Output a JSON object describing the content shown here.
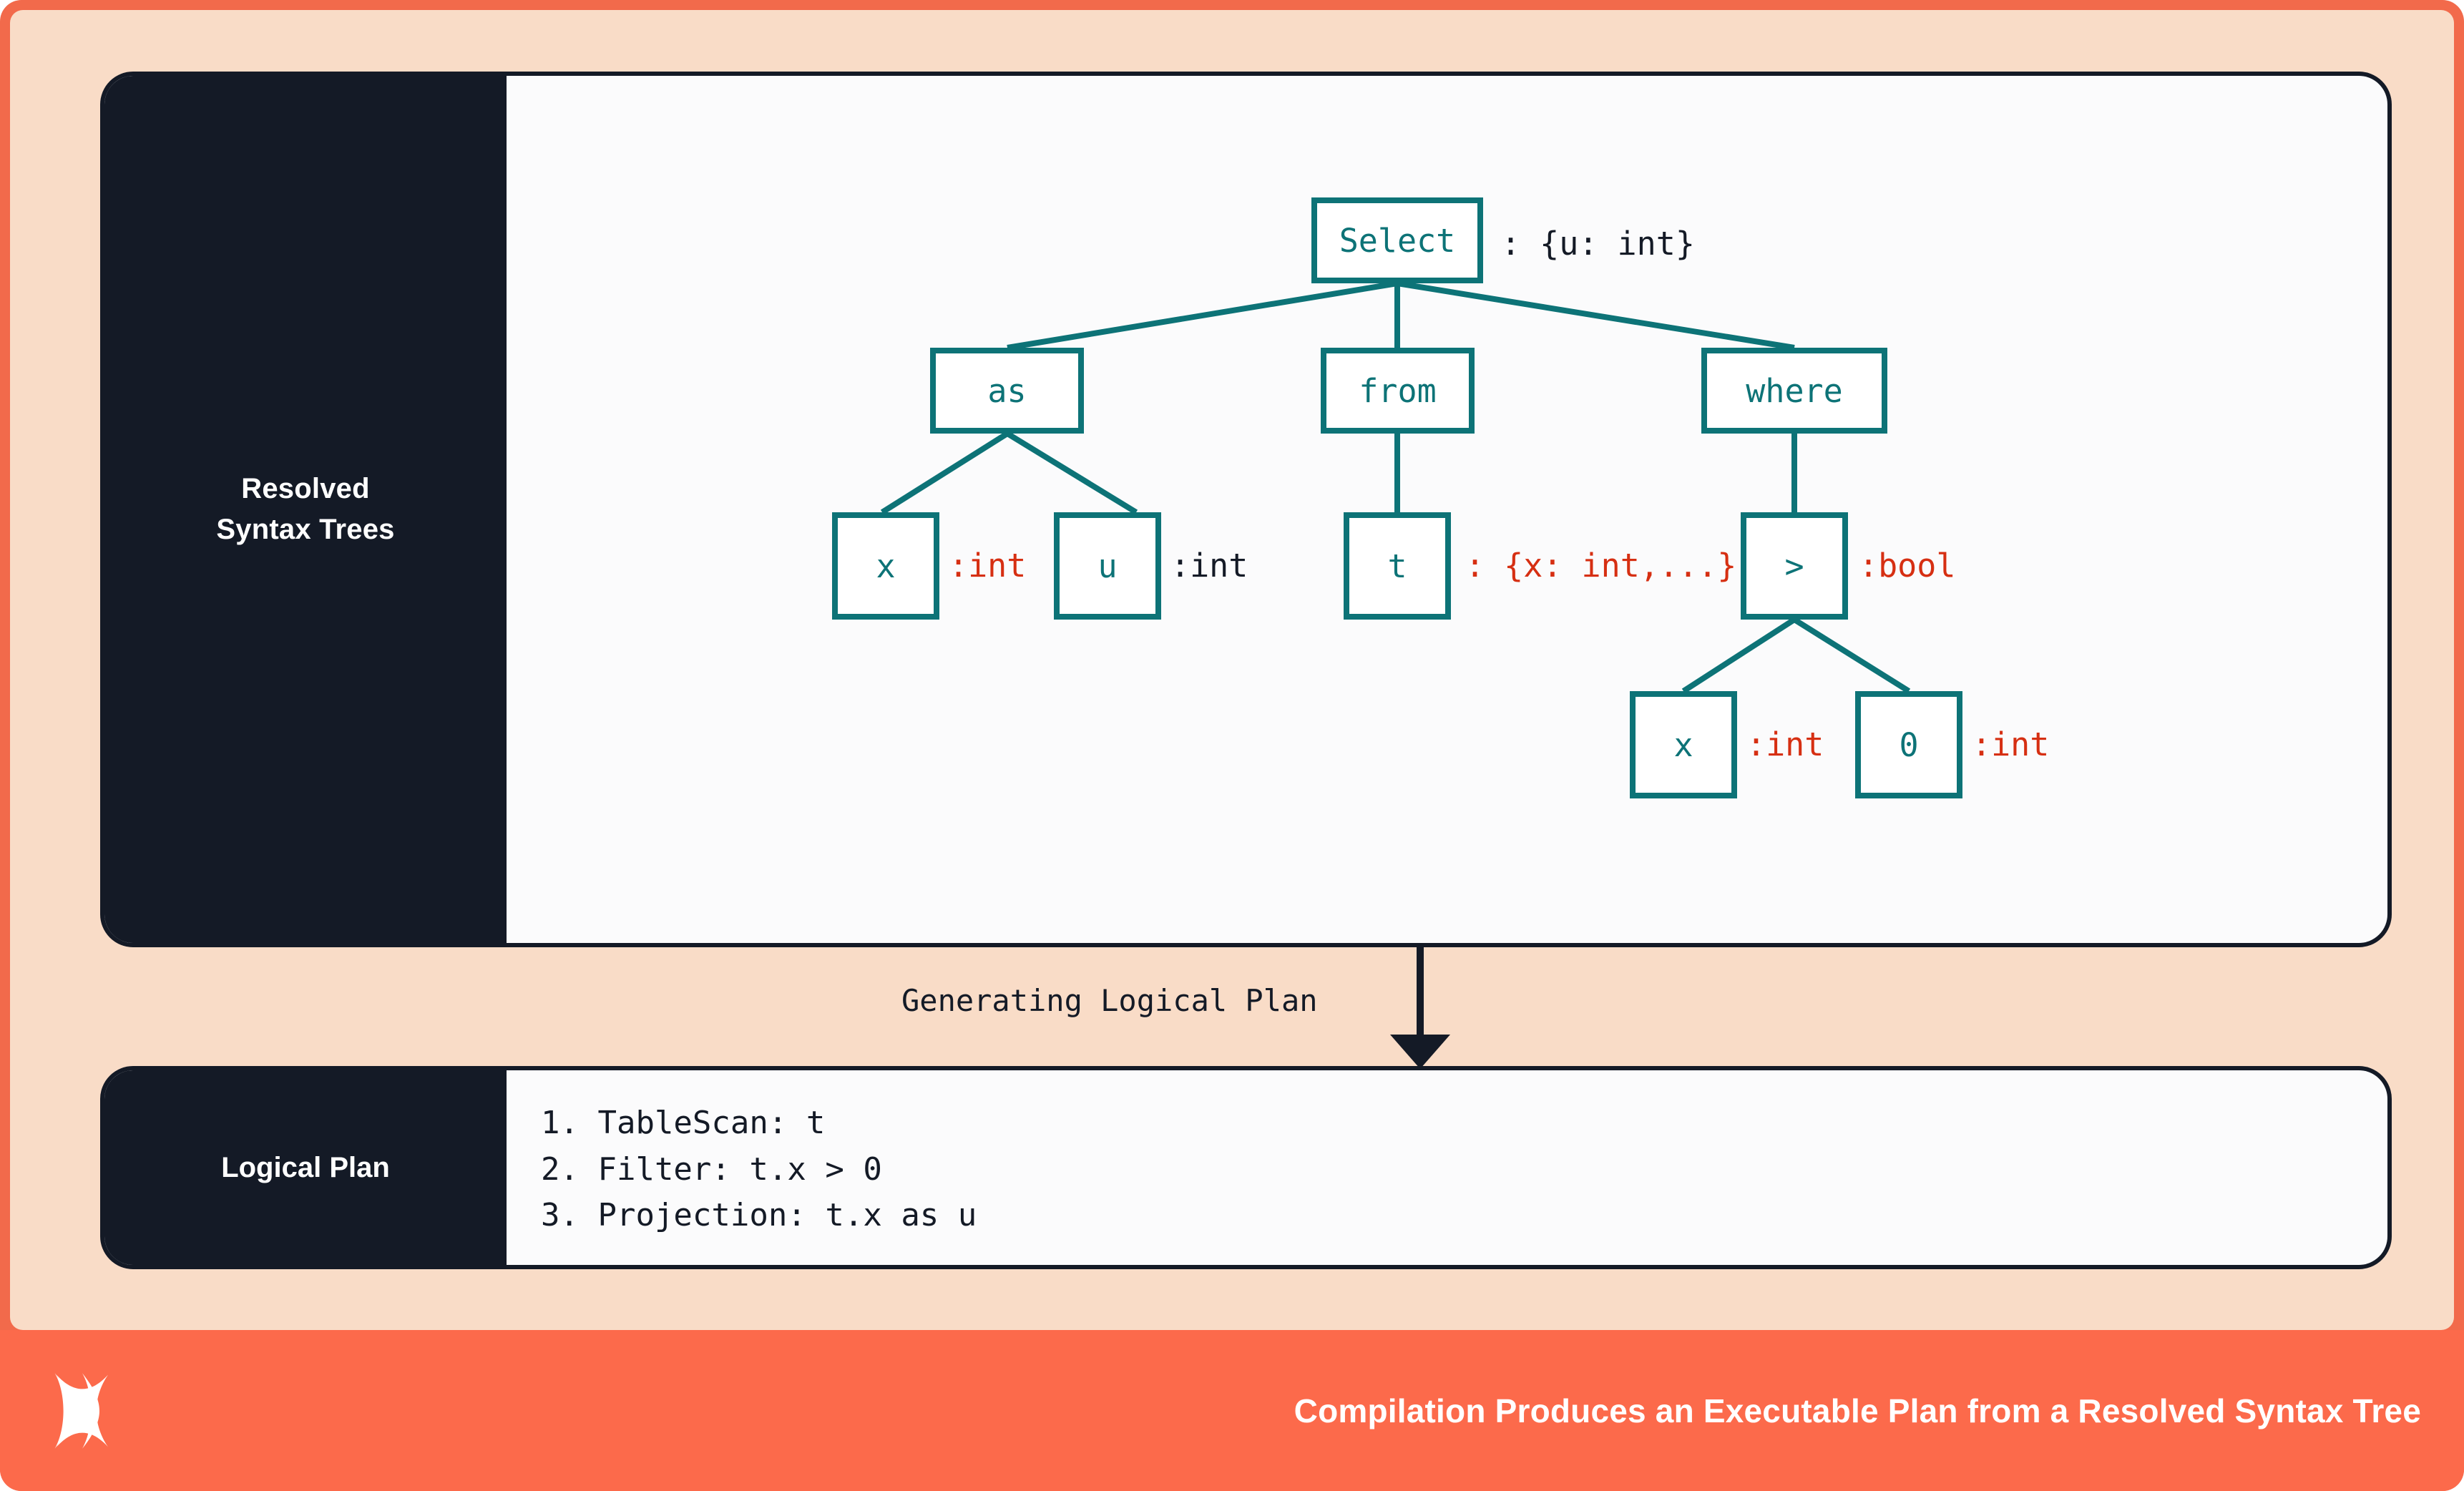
{
  "theme": {
    "outer_border": "#f26a4b",
    "background": "#f9dcc7",
    "panel_dark": "#141a26",
    "panel_light": "#fbfbfc",
    "node_accent": "#0d7377",
    "type_highlight": "#d62f12",
    "footer": "#fc6a4b"
  },
  "panels": {
    "rst": {
      "label_line1": "Resolved",
      "label_line2": "Syntax Trees"
    },
    "logical_plan": {
      "label": "Logical Plan"
    }
  },
  "connector": {
    "label": "Generating Logical Plan",
    "arrow_icon": "down-arrow-icon"
  },
  "tree": {
    "nodes": [
      {
        "id": "select",
        "text": "Select",
        "annotation": ": {u: int}",
        "annotation_color": "dark"
      },
      {
        "id": "as",
        "text": "as",
        "annotation": "",
        "annotation_color": "dark"
      },
      {
        "id": "from",
        "text": "from",
        "annotation": "",
        "annotation_color": "dark"
      },
      {
        "id": "where",
        "text": "where",
        "annotation": "",
        "annotation_color": "dark"
      },
      {
        "id": "as-x",
        "text": "x",
        "annotation": ":int",
        "annotation_color": "red"
      },
      {
        "id": "as-u",
        "text": "u",
        "annotation": ":int",
        "annotation_color": "dark"
      },
      {
        "id": "from-t",
        "text": "t",
        "annotation": ": {x: int,...}",
        "annotation_color": "red"
      },
      {
        "id": "gt",
        "text": ">",
        "annotation": ":bool",
        "annotation_color": "red"
      },
      {
        "id": "gt-x",
        "text": "x",
        "annotation": ":int",
        "annotation_color": "red"
      },
      {
        "id": "gt-0",
        "text": "0",
        "annotation": ":int",
        "annotation_color": "red"
      }
    ],
    "edges": [
      [
        "select",
        "as"
      ],
      [
        "select",
        "from"
      ],
      [
        "select",
        "where"
      ],
      [
        "as",
        "as-x"
      ],
      [
        "as",
        "as-u"
      ],
      [
        "from",
        "from-t"
      ],
      [
        "where",
        "gt"
      ],
      [
        "gt",
        "gt-x"
      ],
      [
        "gt",
        "gt-0"
      ]
    ]
  },
  "logical_plan_steps": [
    "1. TableScan: t",
    "2. Filter: t.x > 0",
    "3. Projection: t.x as u"
  ],
  "footer": {
    "logo_icon": "hourglass-x-logo-icon",
    "caption": "Compilation Produces an Executable Plan from a Resolved Syntax Tree"
  }
}
